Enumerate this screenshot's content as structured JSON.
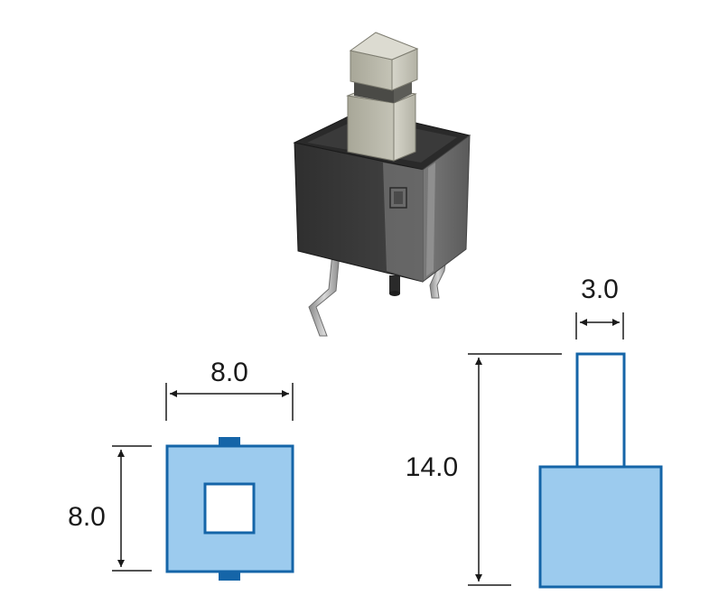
{
  "dimensions": {
    "top_width": "8.0",
    "top_height": "8.0",
    "side_total_height": "14.0",
    "side_stem_width": "3.0"
  },
  "colors": {
    "outline_blue": "#1565a8",
    "fill_blue": "#9ccbee",
    "housing_dark": "#3c3c3c",
    "cap_gray": "#b9b8ab",
    "dim_line": "#1a1a1a"
  },
  "icons": {
    "product": "push-switch-3d-illustration"
  }
}
